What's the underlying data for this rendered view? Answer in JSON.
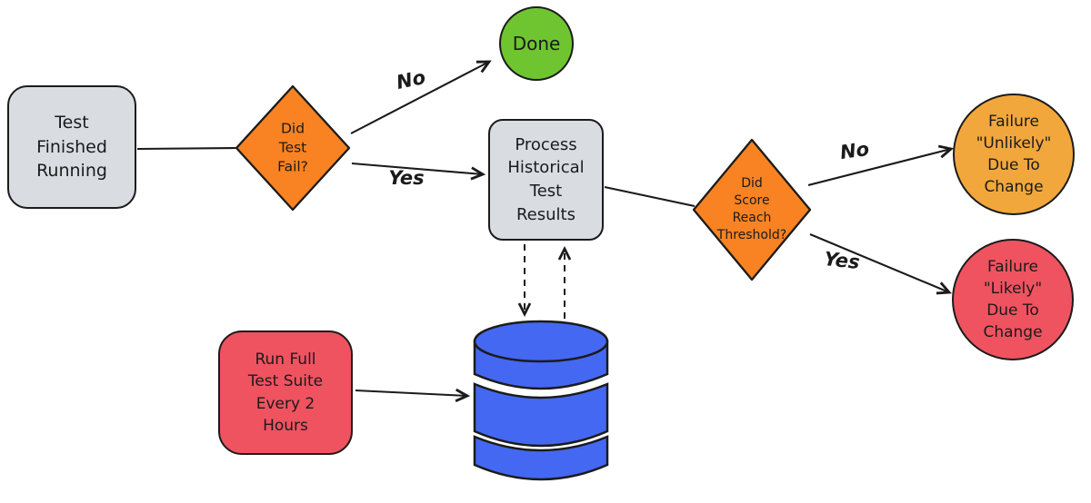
{
  "nodes": {
    "test_finished": {
      "label": "Test\nFinished\nRunning"
    },
    "did_test_fail": {
      "label": "Did\nTest\nFail?"
    },
    "done": {
      "label": "Done"
    },
    "process_results": {
      "label": "Process\nHistorical\nTest\nResults"
    },
    "did_score_reach": {
      "label": "Did\nScore\nReach\nThreshold?"
    },
    "failure_unlikely": {
      "label": "Failure\n\"Unlikely\"\nDue To\nChange"
    },
    "failure_likely": {
      "label": "Failure\n\"Likely\"\nDue To\nChange"
    },
    "run_full_suite": {
      "label": "Run Full\nTest Suite\nEvery 2\nHours"
    }
  },
  "edges": {
    "fail_no": {
      "label": "No"
    },
    "fail_yes": {
      "label": "Yes"
    },
    "score_no": {
      "label": "No"
    },
    "score_yes": {
      "label": "Yes"
    }
  },
  "colors": {
    "gray": "#d9dde2",
    "orange": "#f98322",
    "green": "#6fc52f",
    "yellow": "#f2a73c",
    "red": "#ef5360",
    "blue": "#4468f1",
    "ink": "#1b1b1b"
  }
}
